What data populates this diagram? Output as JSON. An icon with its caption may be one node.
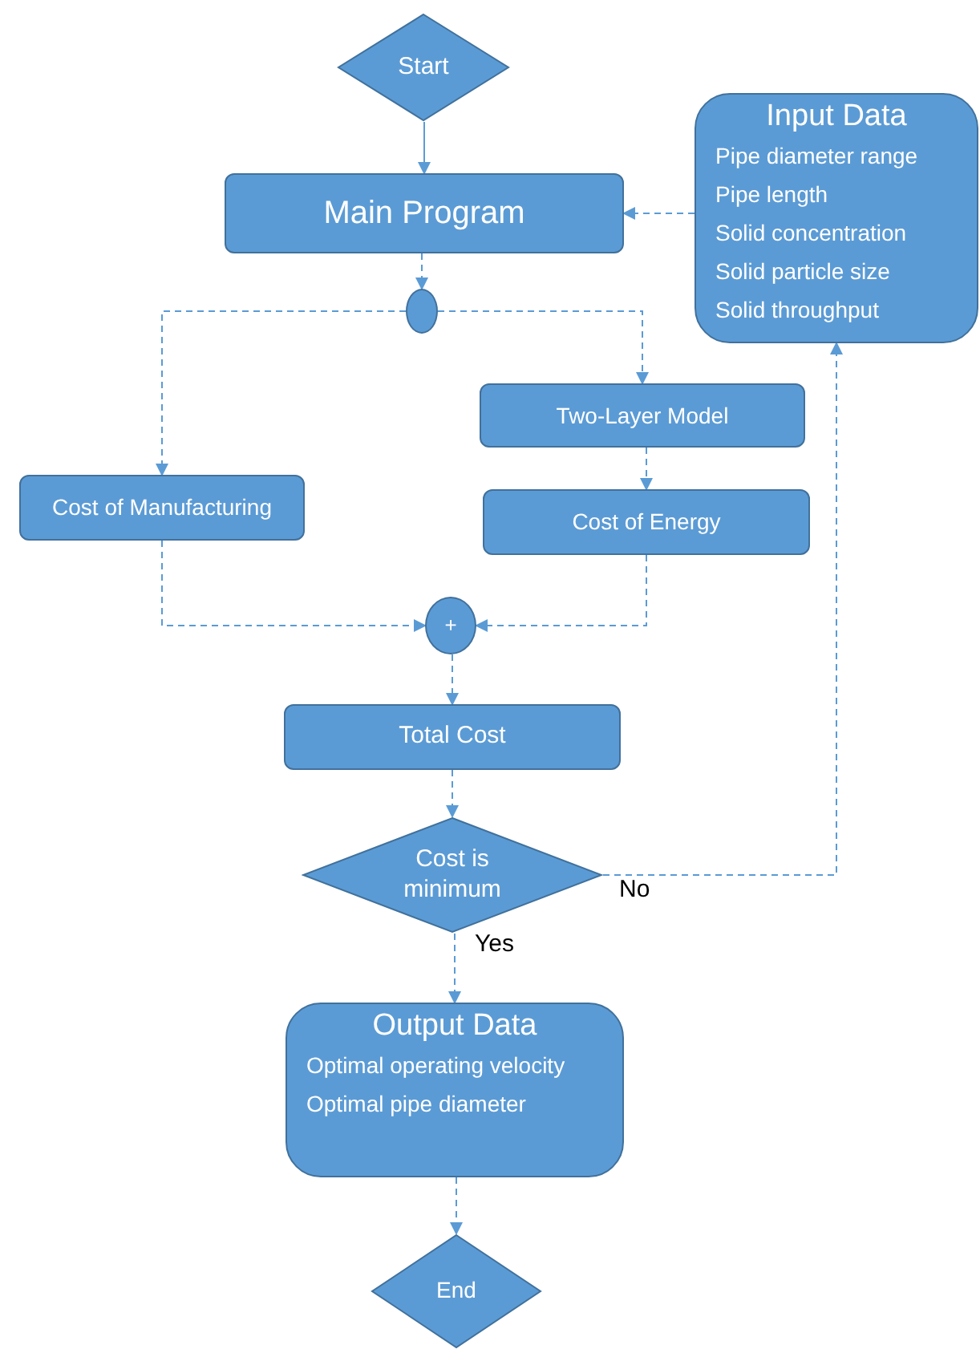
{
  "diagram": {
    "nodes": [
      {
        "text": [
          "Start"
        ]
      },
      {
        "text": [
          "Main Program"
        ]
      },
      {
        "text": [
          "Input Data",
          "Pipe diameter range",
          "Pipe length",
          "Solid concentration",
          "Solid particle size",
          "Solid throughput"
        ]
      },
      {
        "text": [],
        "shape": "circle"
      },
      {
        "text": [
          "Cost of Manufacturing"
        ]
      },
      {
        "text": [
          "Two-Layer Model"
        ]
      },
      {
        "text": [
          "Cost of Energy"
        ]
      },
      {
        "text": [
          "+"
        ]
      },
      {
        "text": [
          "Total Cost"
        ]
      },
      {
        "text": [
          "Cost is minimum"
        ]
      },
      {
        "text": [
          "Output Data",
          "Optimal operating velocity",
          "Optimal pipe diameter"
        ]
      },
      {
        "text": [
          "End"
        ]
      }
    ],
    "edges": [
      {
        "from": 0,
        "to": 1,
        "arrow": "to"
      },
      {
        "from": 2,
        "to": 1,
        "arrow": "to",
        "style": "dashed"
      },
      {
        "from": 1,
        "to": 3,
        "arrow": "to",
        "style": "dashed"
      },
      {
        "from": 3,
        "to": 4,
        "arrow": "to",
        "style": "dashed"
      },
      {
        "from": 3,
        "to": 5,
        "arrow": "to",
        "style": "dashed"
      },
      {
        "from": 5,
        "to": 6,
        "arrow": "to",
        "style": "dashed"
      },
      {
        "from": 4,
        "to": 7,
        "arrow": "to",
        "style": "dashed"
      },
      {
        "from": 6,
        "to": 7,
        "arrow": "to",
        "style": "dashed"
      },
      {
        "from": 7,
        "to": 8,
        "arrow": "to",
        "style": "dashed"
      },
      {
        "from": 8,
        "to": 9,
        "arrow": "to",
        "style": "dashed"
      },
      {
        "from": 9,
        "to": 2,
        "arrow": "to",
        "style": "dashed",
        "label": "No"
      },
      {
        "from": 9,
        "to": 10,
        "arrow": "to",
        "style": "dashed",
        "label": "Yes"
      },
      {
        "from": 10,
        "to": 11,
        "arrow": "to",
        "style": "dashed"
      }
    ]
  }
}
